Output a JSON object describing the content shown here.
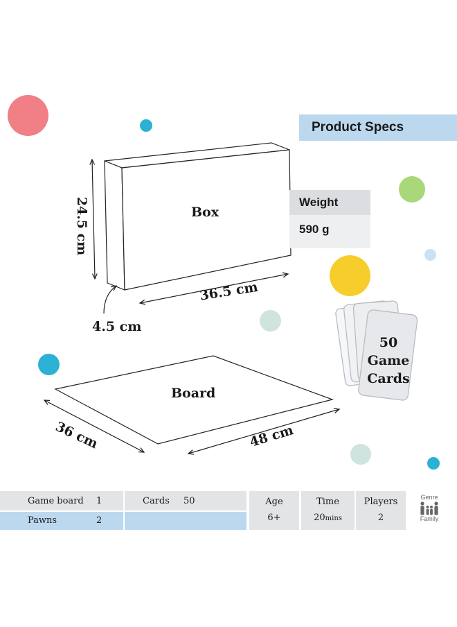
{
  "specs": {
    "title": "Product Specs",
    "weight_label": "Weight",
    "weight_value": "590 g"
  },
  "box": {
    "label": "Box",
    "height": "24.5 cm",
    "width": "36.5 cm",
    "depth": "4.5 cm"
  },
  "board": {
    "label": "Board",
    "width": "36 cm",
    "length": "48 cm"
  },
  "cards": {
    "lines": [
      "50",
      "Game",
      "Cards"
    ]
  },
  "table": {
    "game_board_label": "Game board",
    "game_board_value": "1",
    "cards_label": "Cards",
    "cards_value": "50",
    "pawns_label": "Pawns",
    "pawns_value": "2",
    "age_label": "Age",
    "age_value": "6+",
    "time_label": "Time",
    "time_value": "20",
    "time_unit": "mins",
    "players_label": "Players",
    "players_value": "2",
    "genre_label": "Genre",
    "genre_value": "Family"
  },
  "colors": {
    "blue_band": "#bcd8ef",
    "gray_band": "#e3e4e6",
    "pink_dot": "#f07f86",
    "teal_dot": "#2bb1d4",
    "green_dot": "#a9d77a",
    "yellow_dot": "#f7cd2b",
    "mint_dot": "#cfe3df"
  }
}
